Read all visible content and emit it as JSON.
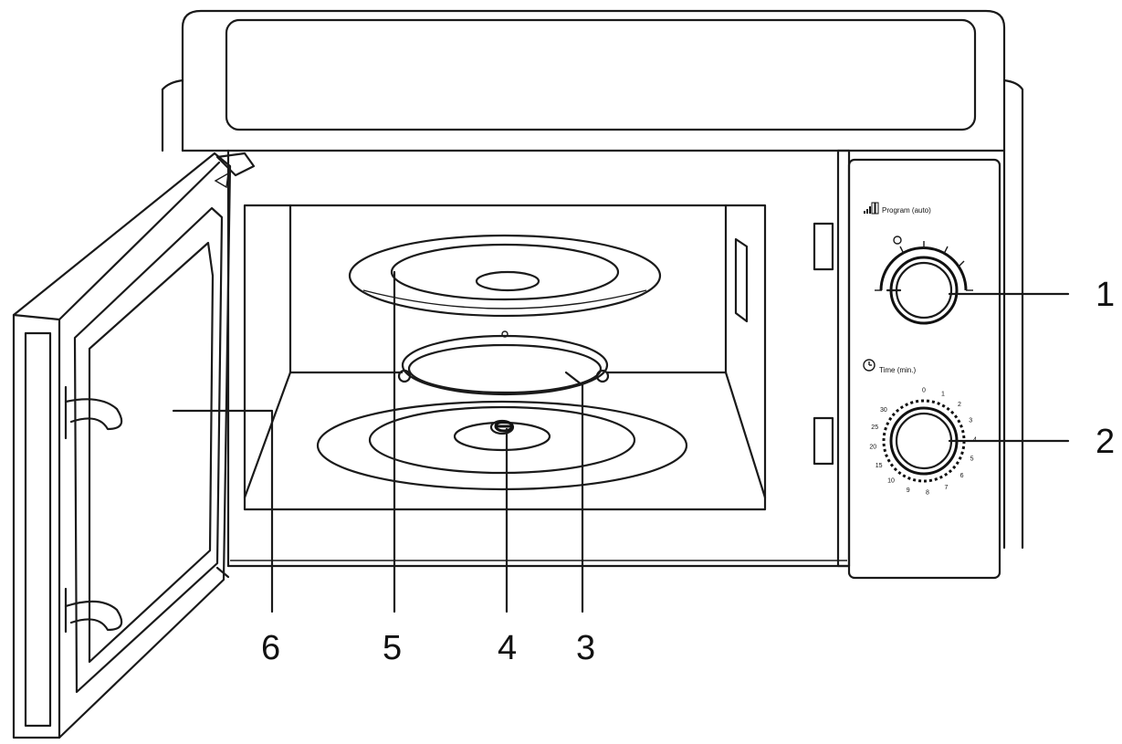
{
  "callouts": [
    {
      "id": "1",
      "label": "1"
    },
    {
      "id": "2",
      "label": "2"
    },
    {
      "id": "3",
      "label": "3"
    },
    {
      "id": "4",
      "label": "4"
    },
    {
      "id": "5",
      "label": "5"
    },
    {
      "id": "6",
      "label": "6"
    }
  ],
  "control_panel": {
    "program_label": "Program (auto)",
    "time_label": "Time (min.)",
    "timer_marks": [
      "0",
      "1",
      "2",
      "3",
      "4",
      "5",
      "6",
      "7",
      "8",
      "9",
      "10",
      "15",
      "20",
      "25",
      "30"
    ]
  }
}
